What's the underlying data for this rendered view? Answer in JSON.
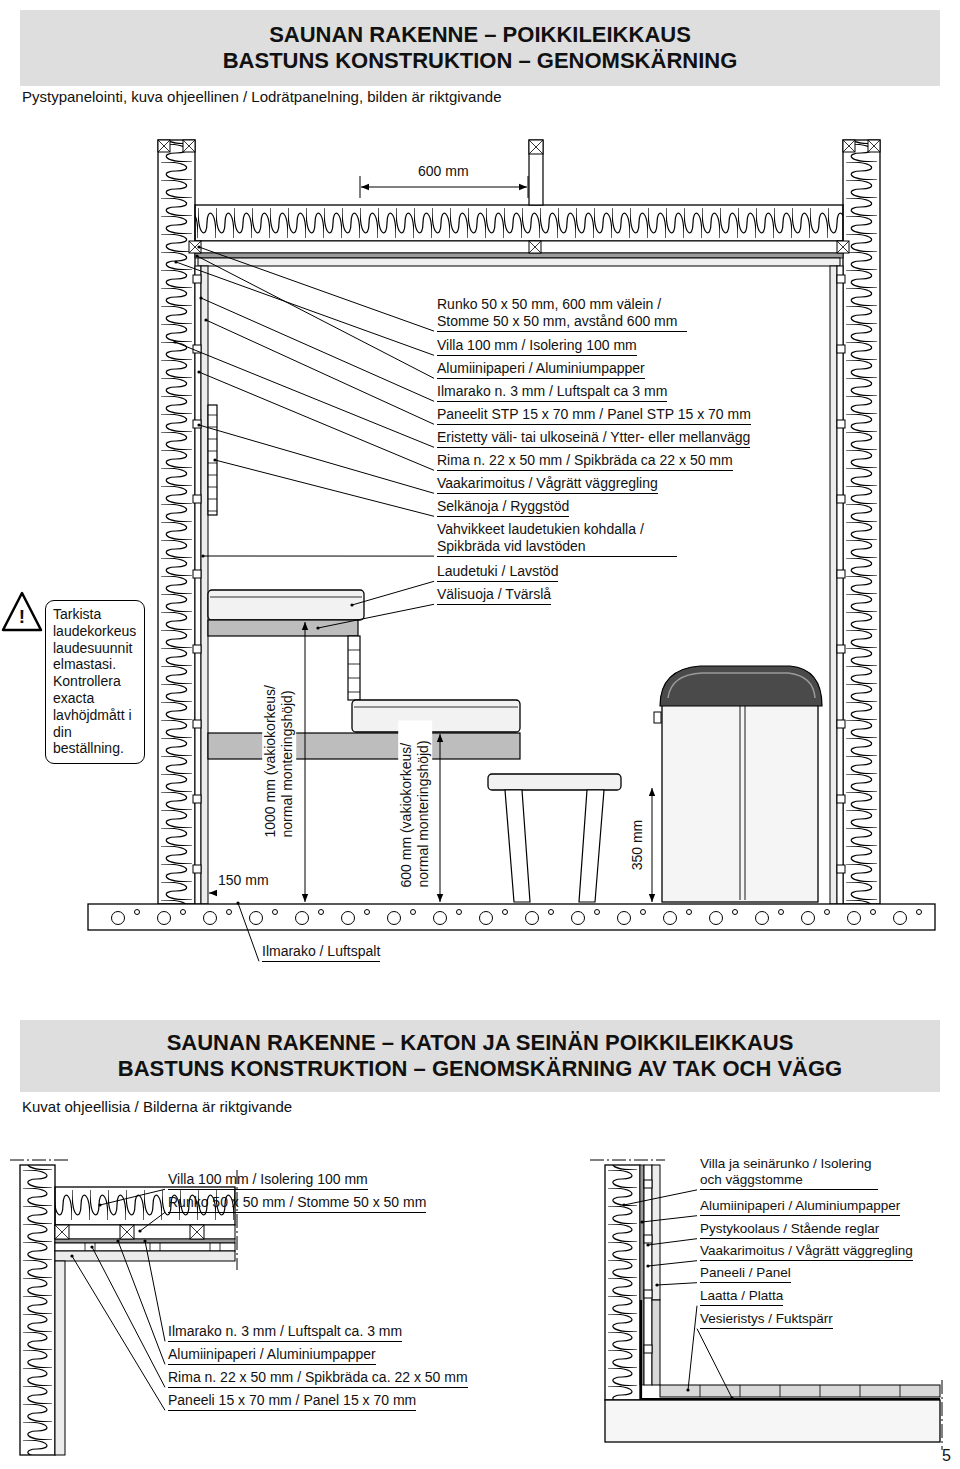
{
  "diagram": {
    "nodes": [
      {
        "text": [
          "SAUNAN RAKENNE – POIKKILEIKKAUS BASTUNS KONSTRUKTION – GENOMSKÄRNING"
        ]
      },
      {
        "text": [
          "SAUNAN RAKENNE – KATON JA SEINÄN POIKKILEIKKAUS BASTUNS KONSTRUKTION – GENOMSKÄRNING AV TAK OCH VÄGG"
        ]
      },
      {
        "text": [
          "Tarkista laudekorkeus laudesuunnitelmastasi. Kontrollera exacta lavhöjdmått i din beställning."
        ]
      }
    ],
    "labels": [
      "Pystypanelointi, kuva ohjeellinen / Lodrätpanelning, bilden är riktgivande",
      "600 mm",
      "Runko 50 x 50 mm, 600 mm välein / Stomme 50 x 50 mm, avstånd 600 mm",
      "Villa 100 mm / Isolering 100 mm",
      "Alumiinipaperi / Aluminiumpapper",
      "Ilmarako n. 3 mm / Luftspalt ca 3 mm",
      "Paneelit STP 15 x 70 mm / Panel STP 15 x 70 mm",
      "Eristetty väli- tai ulkoseinä / Ytter- eller mellanvägg",
      "Rima n. 22 x 50 mm / Spikbräda ca 22 x 50 mm",
      "Vaakarimoitus / Vågrätt väggregling",
      "Selkänoja / Ryggstöd",
      "Vahvikkeet laudetukien kohdalla / Spikbräda vid lavstöden",
      "Laudetuki / Lavstöd",
      "Välisuoja / Tvärslå",
      "!",
      "1000 mm (vakiokorkeus/ normal monteringshöjd)",
      "150 mm",
      "600 mm (vakiokorkeus/ normal monteringshöjd)",
      "350 mm",
      "Ilmarako / Luftspalt",
      "Kuvat ohjeellisia / Bilderna är riktgivande",
      "Villa 100 mm / Isolering 100 mm",
      "Runko 50 x 50 mm / Stomme 50 x 50 mm",
      "Ilmarako n. 3 mm / Luftspalt ca. 3 mm",
      "Alumiinipaperi / Aluminiumpapper",
      "Rima n. 22 x 50 mm / Spikbräda ca. 22 x 50 mm",
      "Paneeli 15 x 70 mm / Panel 15 x 70 mm",
      "Villa ja seinärunko / Isolering och väggstomme",
      "Alumiinipaperi / Aluminiumpapper",
      "Pystykoolaus / Stående reglar",
      "Vaakarimoitus / Vågrätt väggregling",
      "Paneeli / Panel",
      "Laatta / Platta",
      "Vesieristys / Fuktspärr",
      "5"
    ]
  }
}
